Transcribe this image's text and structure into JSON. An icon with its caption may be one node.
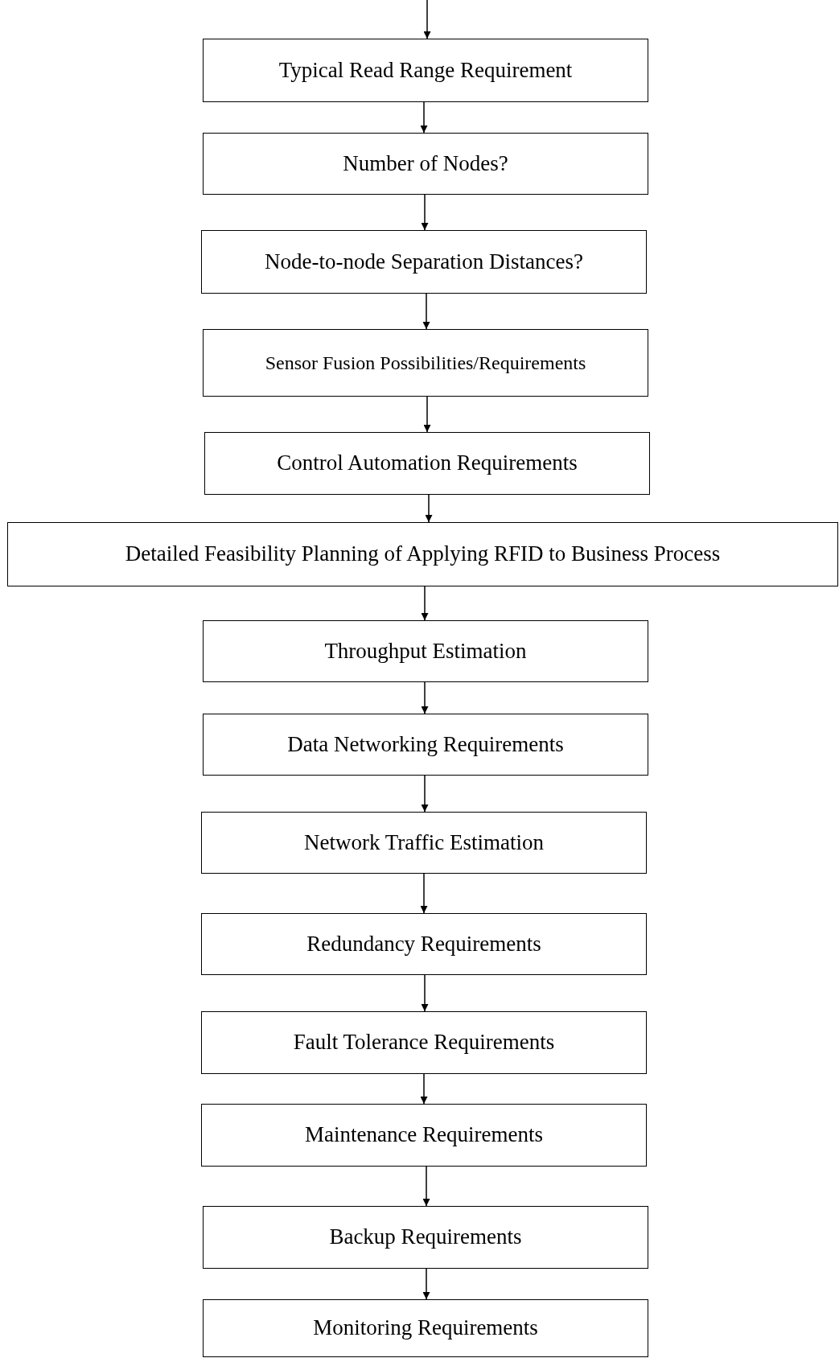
{
  "diagram": {
    "nodes": [
      {
        "text": [
          "Typical Read Range Requirement"
        ]
      },
      {
        "text": [
          "Number of Nodes?"
        ]
      },
      {
        "text": [
          "Node-to-node Separation Distances?"
        ]
      },
      {
        "text": [
          "Sensor Fusion Possibilities/Requirements"
        ]
      },
      {
        "text": [
          "Control Automation Requirements"
        ]
      },
      {
        "text": [
          "Detailed Feasibility Planning of Applying RFID to Business Process"
        ]
      },
      {
        "text": [
          "Throughput Estimation"
        ]
      },
      {
        "text": [
          "Data Networking Requirements"
        ]
      },
      {
        "text": [
          "Network Traffic Estimation"
        ]
      },
      {
        "text": [
          "Redundancy Requirements"
        ]
      },
      {
        "text": [
          "Fault Tolerance Requirements"
        ]
      },
      {
        "text": [
          "Maintenance Requirements"
        ]
      },
      {
        "text": [
          "Backup Requirements"
        ]
      },
      {
        "text": [
          "Monitoring Requirements"
        ]
      }
    ],
    "edges": [
      {
        "from": null,
        "to": 0,
        "arrow": "to"
      },
      {
        "from": 0,
        "to": 1,
        "arrow": "to"
      },
      {
        "from": 1,
        "to": 2,
        "arrow": "to"
      },
      {
        "from": 2,
        "to": 3,
        "arrow": "to"
      },
      {
        "from": 3,
        "to": 4,
        "arrow": "to"
      },
      {
        "from": 4,
        "to": 5,
        "arrow": "to"
      },
      {
        "from": 5,
        "to": 6,
        "arrow": "to"
      },
      {
        "from": 6,
        "to": 7,
        "arrow": "to"
      },
      {
        "from": 7,
        "to": 8,
        "arrow": "to"
      },
      {
        "from": 8,
        "to": 9,
        "arrow": "to"
      },
      {
        "from": 9,
        "to": 10,
        "arrow": "to"
      },
      {
        "from": 10,
        "to": 11,
        "arrow": "to"
      },
      {
        "from": 11,
        "to": 12,
        "arrow": "to"
      },
      {
        "from": 12,
        "to": 13,
        "arrow": "to"
      }
    ]
  }
}
